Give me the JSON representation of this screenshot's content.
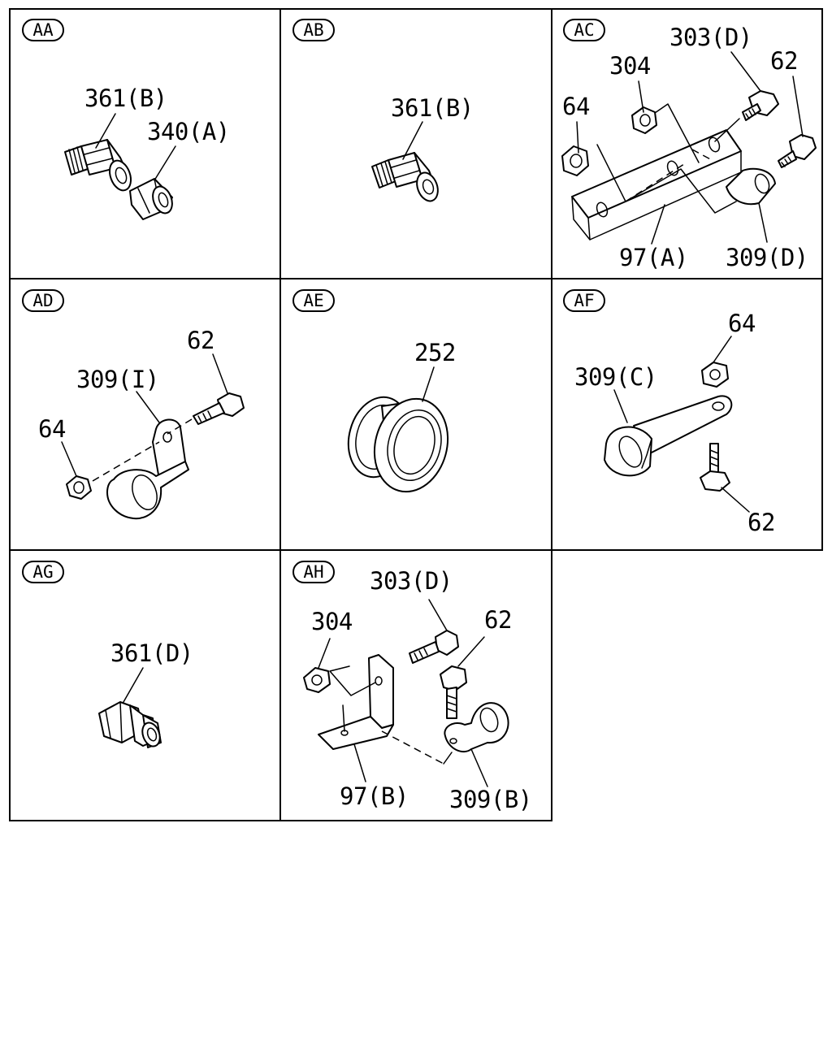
{
  "panels": {
    "aa": {
      "code": "AA",
      "labels": {
        "l1": "361(B)",
        "l2": "340(A)"
      }
    },
    "ab": {
      "code": "AB",
      "labels": {
        "l1": "361(B)"
      }
    },
    "ac": {
      "code": "AC",
      "labels": {
        "l1": "303(D)",
        "l2": "304",
        "l3": "62",
        "l4": "64",
        "l5": "97(A)",
        "l6": "309(D)"
      }
    },
    "ad": {
      "code": "AD",
      "labels": {
        "l1": "62",
        "l2": "309(I)",
        "l3": "64"
      }
    },
    "ae": {
      "code": "AE",
      "labels": {
        "l1": "252"
      }
    },
    "af": {
      "code": "AF",
      "labels": {
        "l1": "64",
        "l2": "309(C)",
        "l3": "62"
      }
    },
    "ag": {
      "code": "AG",
      "labels": {
        "l1": "361(D)"
      }
    },
    "ah": {
      "code": "AH",
      "labels": {
        "l1": "303(D)",
        "l2": "304",
        "l3": "62",
        "l4": "97(B)",
        "l5": "309(B)"
      }
    }
  }
}
